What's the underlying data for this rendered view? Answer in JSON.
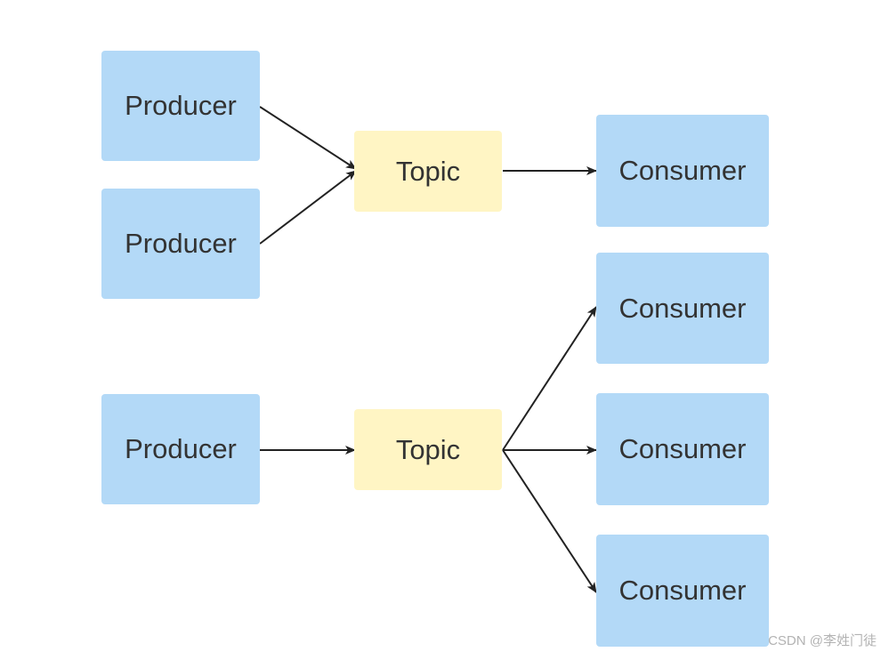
{
  "colors": {
    "producer_consumer_fill": "#b3d9f7",
    "topic_fill": "#fff5c4",
    "text": "#333333",
    "edge": "#222222",
    "watermark": "#b3b3b3"
  },
  "diagram": {
    "top_group": {
      "producers": [
        {
          "label": "Producer"
        },
        {
          "label": "Producer"
        }
      ],
      "topic": {
        "label": "Topic"
      },
      "consumers": [
        {
          "label": "Consumer"
        }
      ]
    },
    "bottom_group": {
      "producers": [
        {
          "label": "Producer"
        }
      ],
      "topic": {
        "label": "Topic"
      },
      "consumers": [
        {
          "label": "Consumer"
        },
        {
          "label": "Consumer"
        },
        {
          "label": "Consumer"
        }
      ]
    }
  },
  "watermark": {
    "text": "CSDN @李姓门徒"
  }
}
